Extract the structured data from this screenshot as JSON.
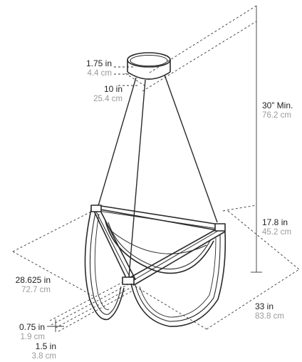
{
  "colors": {
    "line": "#2a2a2a",
    "dim": "#3a3a3a",
    "metric": "#9a9a9a"
  },
  "dimensions": {
    "canopy_height": {
      "in": "1.75 in",
      "cm": "4.4 cm"
    },
    "canopy_diameter": {
      "in": "10 in",
      "cm": "25.4 cm"
    },
    "overall_min_height": {
      "in": "30” Min.",
      "cm": "76.2 cm"
    },
    "fixture_height": {
      "in": "17.8 in",
      "cm": "45.2 cm"
    },
    "fixture_width": {
      "in": "33 in",
      "cm": "83.8 cm"
    },
    "fixture_depth": {
      "in": "28.625 in",
      "cm": "72.7 cm"
    },
    "band_height": {
      "in": "0.75 in",
      "cm": "1.9 cm"
    },
    "band_width": {
      "in": "1.5 in",
      "cm": "3.8 cm"
    }
  }
}
